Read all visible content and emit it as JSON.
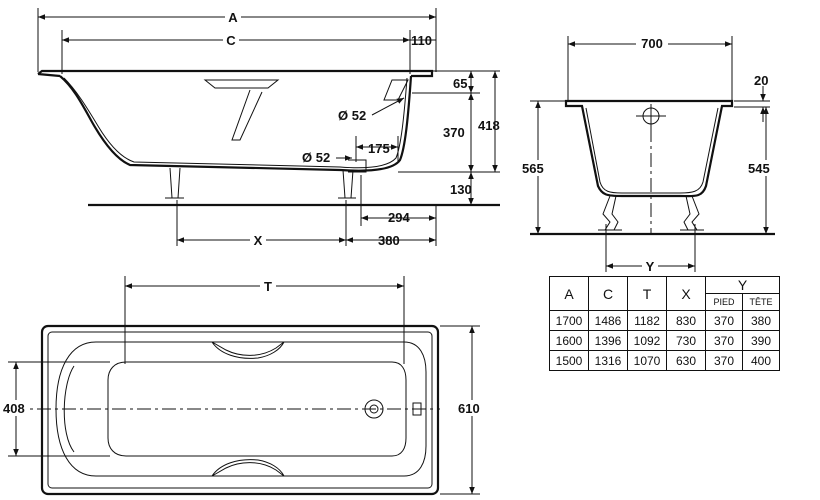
{
  "labels": {
    "a": "A",
    "c": "C",
    "t": "T",
    "x": "X",
    "y": "Y",
    "d110": "110",
    "d65": "65",
    "d418": "418",
    "d370": "370",
    "d130": "130",
    "d175": "175",
    "d294": "294",
    "d380": "380",
    "phi52_top": "Ø 52",
    "phi52_bottom": "Ø 52",
    "d700": "700",
    "d20": "20",
    "d565": "565",
    "d545": "545",
    "d408": "408",
    "d610": "610"
  },
  "table": {
    "headers": [
      "A",
      "C",
      "T",
      "X"
    ],
    "y_header": "Y",
    "y_sub": [
      "PIED",
      "TÊTE"
    ],
    "rows": [
      [
        "1700",
        "1486",
        "1182",
        "830",
        "370",
        "380"
      ],
      [
        "1600",
        "1396",
        "1092",
        "730",
        "370",
        "390"
      ],
      [
        "1500",
        "1316",
        "1070",
        "630",
        "370",
        "400"
      ]
    ]
  }
}
